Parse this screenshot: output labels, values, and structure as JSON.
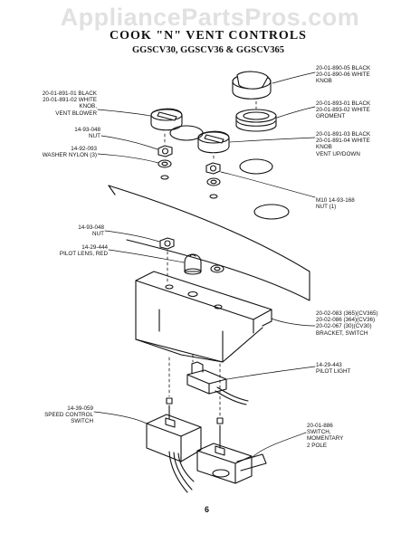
{
  "watermark": "AppliancePartsPros.com",
  "title": "COOK \"N\" VENT CONTROLS",
  "subtitle": "GGSCV30, GGSCV36 & GGSCV365",
  "page_number": "6",
  "callouts": {
    "knob_right": [
      "20-01-890-05 BLACK",
      "20-01-890-06 WHITE",
      "KNOB"
    ],
    "knob_blower": [
      "20-01-891-01 BLACK",
      "20-01-891-02 WHITE",
      "KNOB,",
      "VENT BLOWER"
    ],
    "groment": [
      "20-01-893-01 BLACK",
      "20-01-893-02 WHITE",
      "GROMENT"
    ],
    "nut_top": [
      "14-93-048",
      "NUT"
    ],
    "washer": [
      "14-92-093",
      "WASHER NYLON (3)"
    ],
    "knob_updown": [
      "20-01-891-03 BLACK",
      "20-01-891-04 WHITE",
      "KNOB",
      "VENT UP/DOWN"
    ],
    "m10_nut": [
      "M10  14-93-168",
      "NUT (1)"
    ],
    "nut_mid": [
      "14-93-048",
      "NUT"
    ],
    "pilot_lens": [
      "14-29-444",
      "PILOT LENS, RED"
    ],
    "bracket": [
      "20-02-083  (365)(CV365)",
      "20-02-086  (364)(CV36)",
      "20-02-067  (30)(CV30)",
      "BRACKET, SWITCH"
    ],
    "pilot_light": [
      "14-29-443",
      "PILOT LIGHT"
    ],
    "speed_switch": [
      "14-39-059",
      "SPEED CONTROL",
      "SWITCH"
    ],
    "momentary_switch": [
      "20-01-886",
      "SWITCH,",
      "MOMENTARY",
      "2 POLE"
    ]
  }
}
